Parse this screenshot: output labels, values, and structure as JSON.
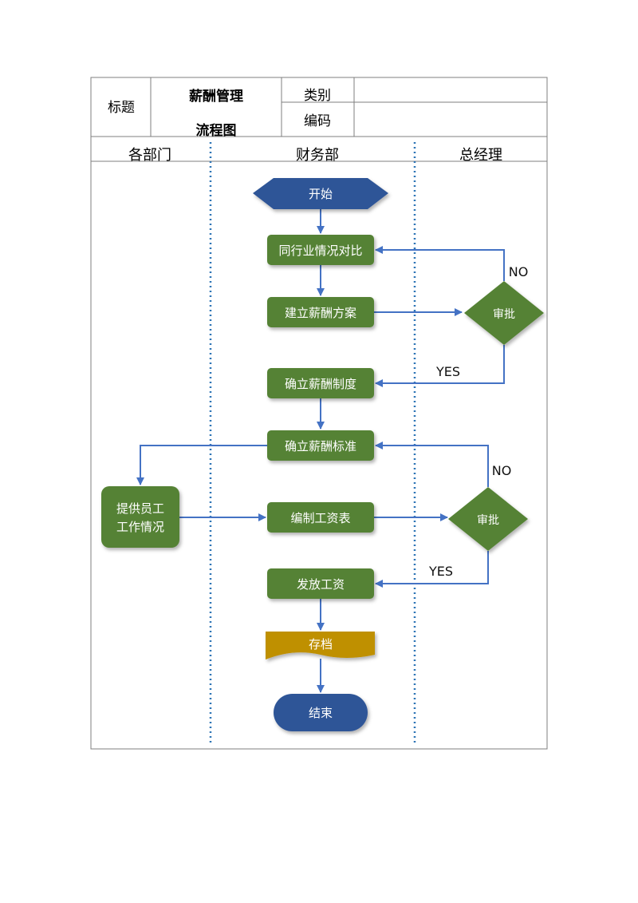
{
  "header": {
    "title_label": "标题",
    "title_value_line1": "薪酬管理",
    "title_value_line2": "流程图",
    "category_label": "类别",
    "category_value": "",
    "code_label": "编码",
    "code_value": ""
  },
  "lanes": [
    "各部门",
    "财务部",
    "总经理"
  ],
  "nodes": {
    "start": "开始",
    "compare": "同行业情况对比",
    "plan": "建立薪酬方案",
    "approve1": "审批",
    "system": "确立薪酬制度",
    "standard": "确立薪酬标准",
    "provide_line1": "提供员工",
    "provide_line2": "工作情况",
    "payroll": "编制工资表",
    "approve2": "审批",
    "pay": "发放工资",
    "archive": "存档",
    "end": "结束"
  },
  "edge_labels": {
    "no1": "NO",
    "yes1": "YES",
    "no2": "NO",
    "yes2": "YES"
  },
  "colors": {
    "process_green": "#548235",
    "terminal_blue": "#2f5597",
    "document_gold": "#bf9000",
    "arrow_blue": "#4472c4",
    "lane_divider": "#2e75b6",
    "border": "#7f7f7f"
  }
}
